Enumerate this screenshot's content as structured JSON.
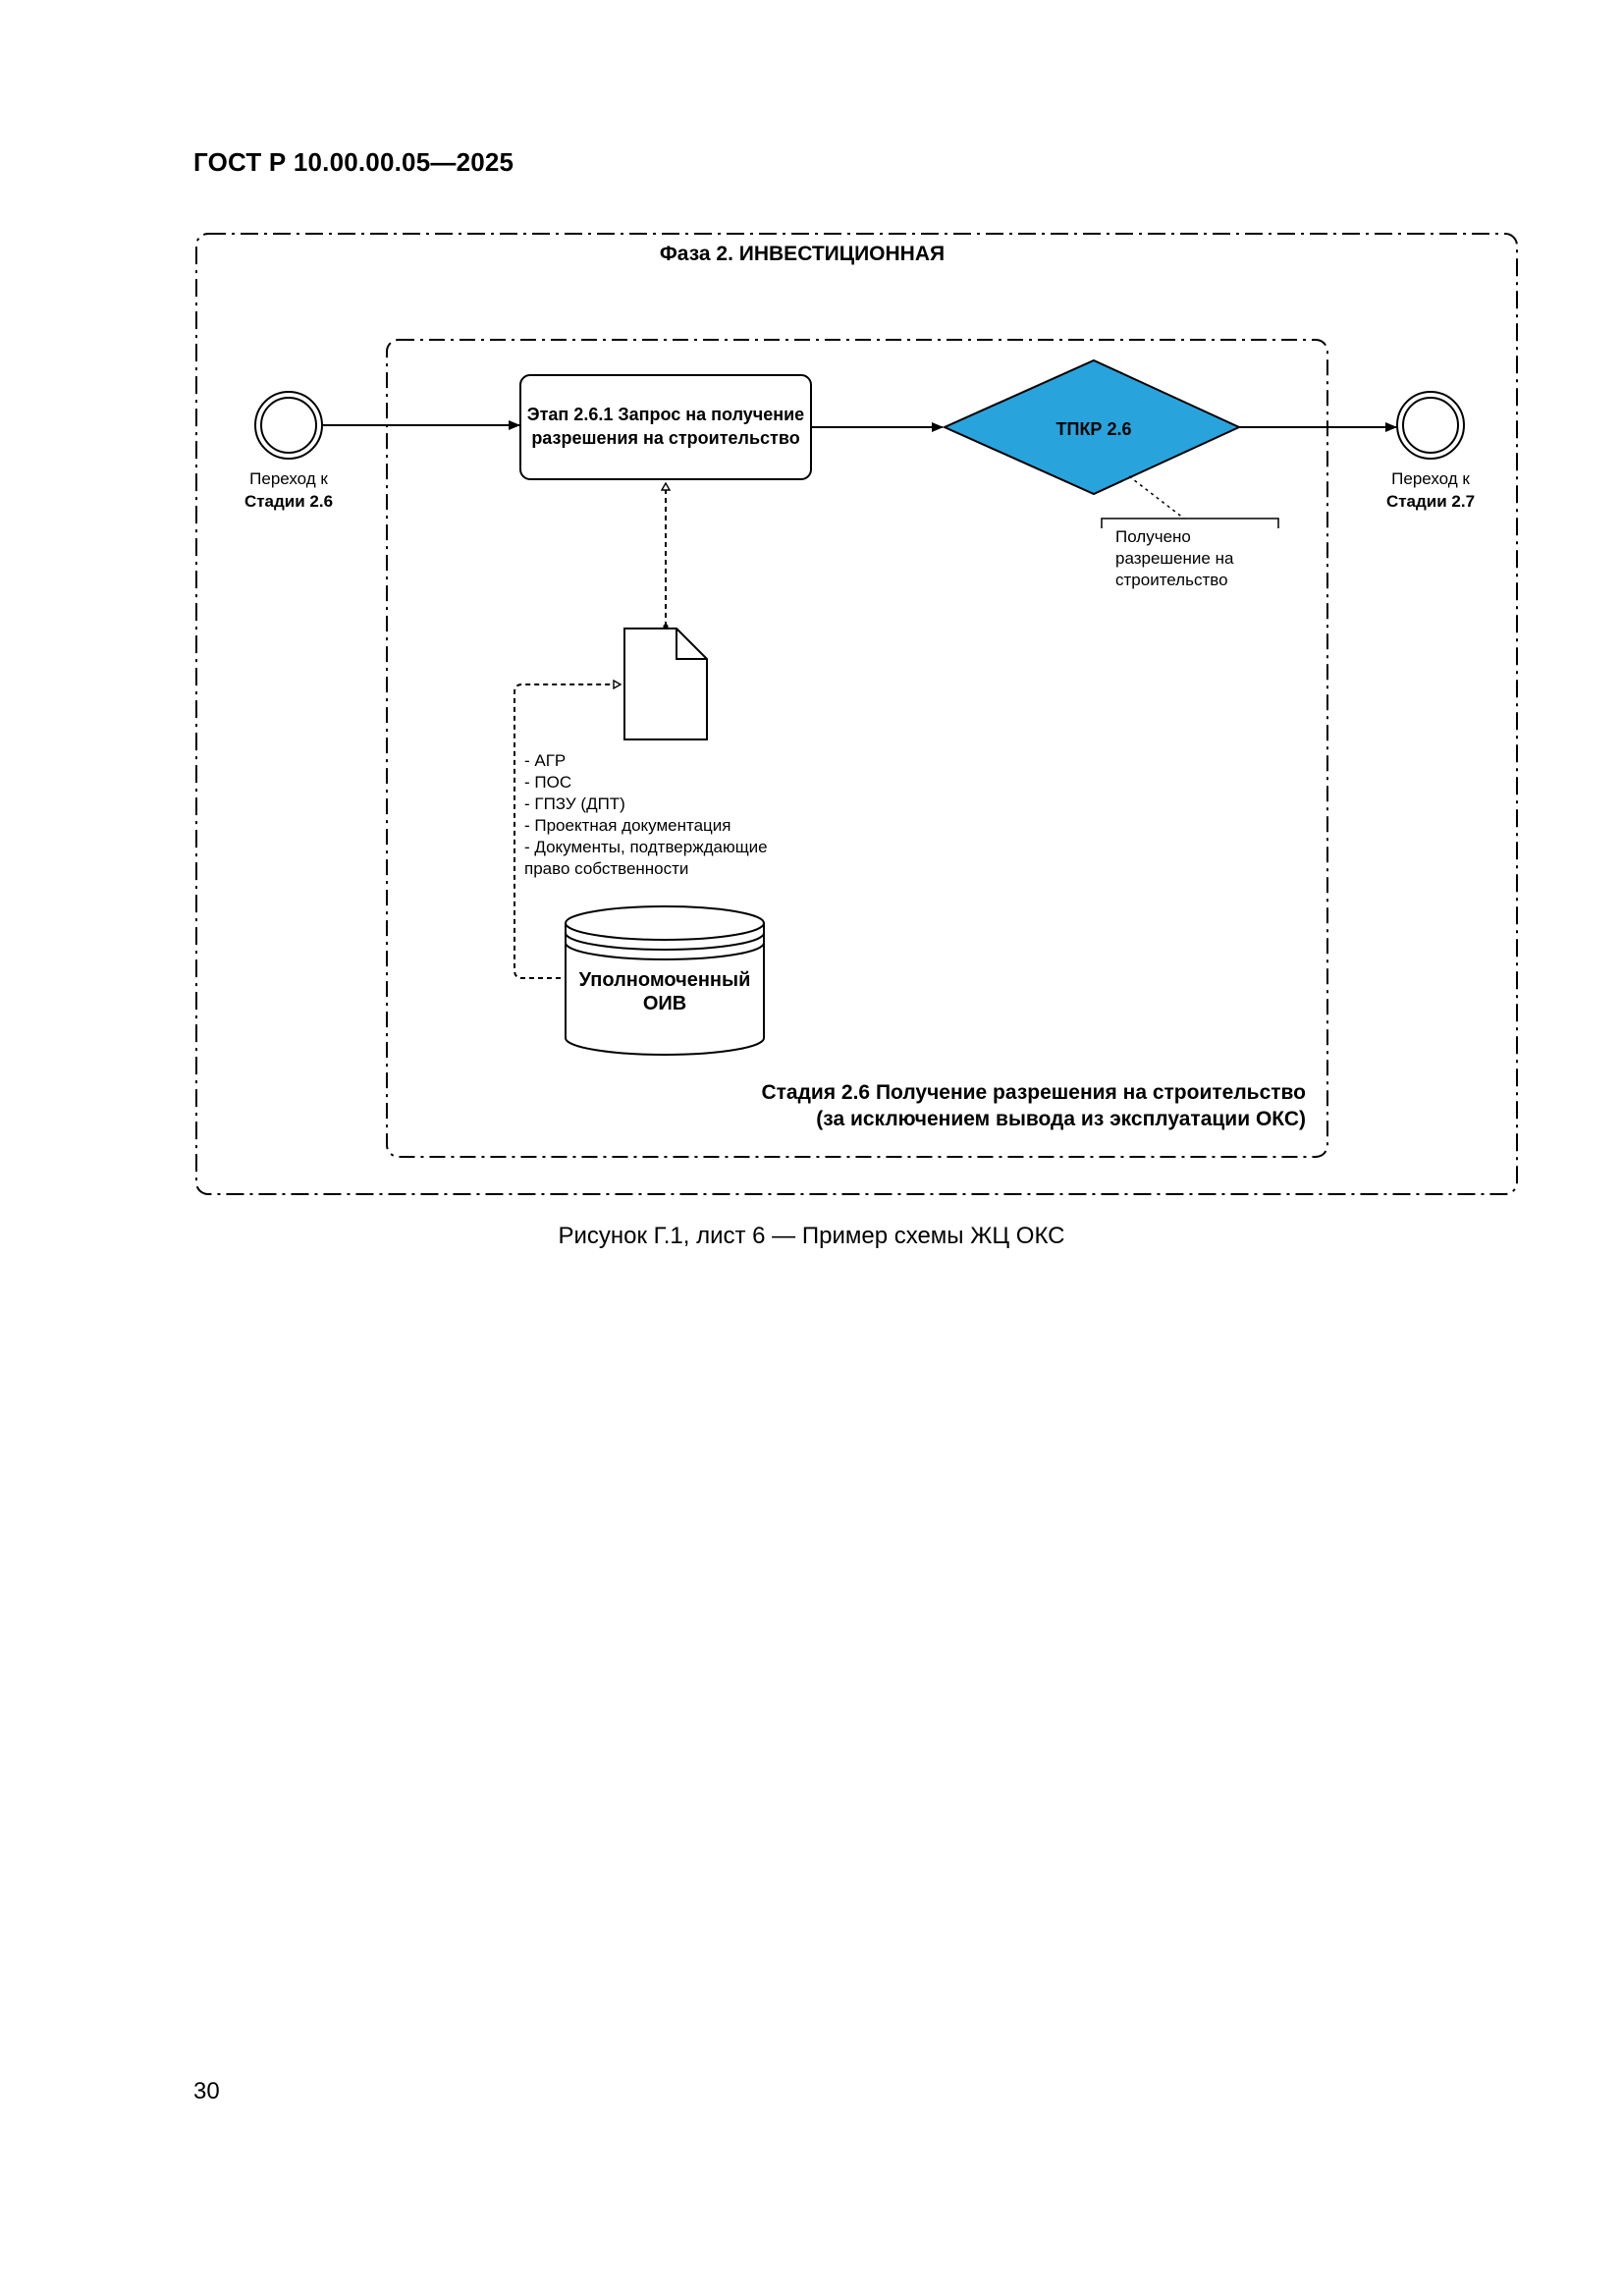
{
  "document": {
    "standard_id": "ГОСТ Р 10.00.00.05—2025",
    "page_number": "30"
  },
  "figure": {
    "caption": "Рисунок Г.1, лист 6 — Пример схемы ЖЦ ОКС",
    "phase_title": "Фаза 2. ИНВЕСТИЦИОННАЯ",
    "stage_title_line1": "Стадия 2.6 Получение разрешения на строительство",
    "stage_title_line2": "(за исключением вывода из эксплуатации ОКС)",
    "start_event": {
      "line1": "Переход к",
      "line2": "Стадии 2.6"
    },
    "end_event": {
      "line1": "Переход к",
      "line2": "Стадии 2.7"
    },
    "task": {
      "line1": "Этап 2.6.1 Запрос на получение",
      "line2": "разрешения на строительство"
    },
    "gateway": {
      "label": "ТПКР 2.6",
      "fill": "#29a3dc"
    },
    "gateway_annotation": [
      "Получено",
      "разрешение на",
      "строительство"
    ],
    "document_list": [
      "- АГР",
      "- ПОС",
      "- ГПЗУ (ДПТ)",
      "- Проектная документация",
      "- Документы, подтверждающие",
      "право собственности"
    ],
    "datastore": {
      "line1": "Уполномоченный",
      "line2": "ОИВ"
    }
  }
}
